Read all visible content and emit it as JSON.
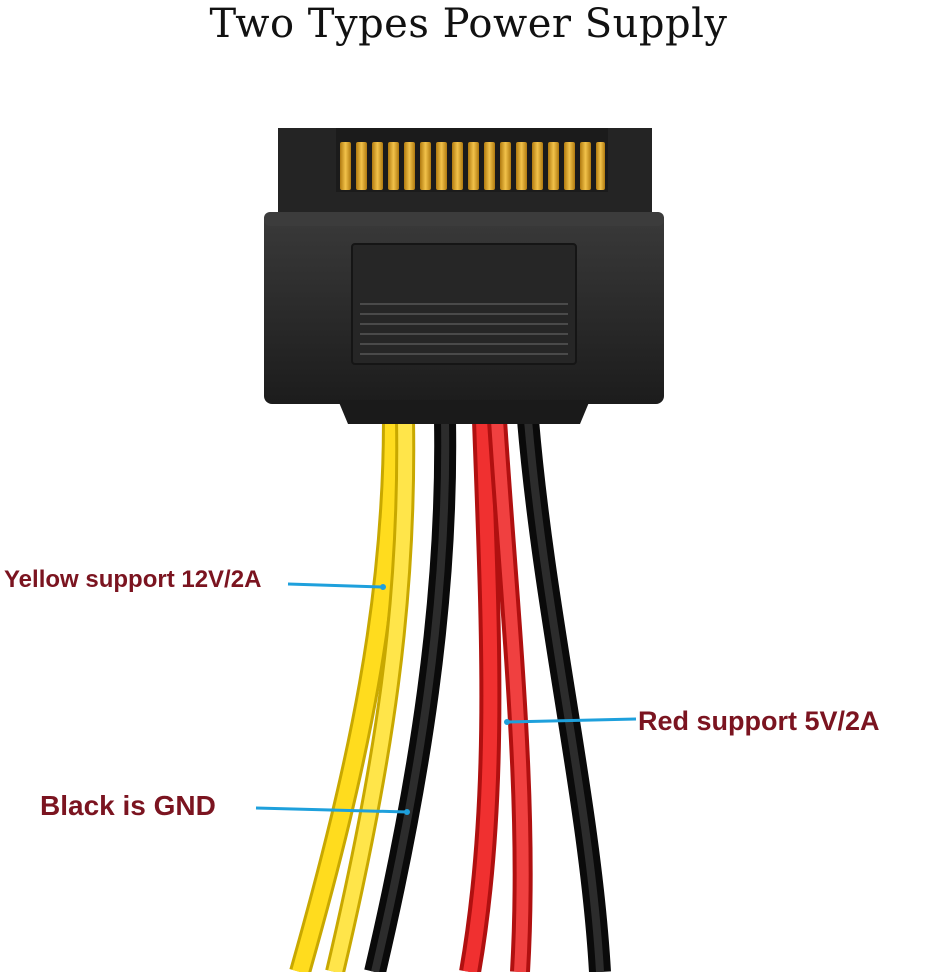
{
  "title": "Two Types Power Supply",
  "labels": {
    "yellow": "Yellow support 12V/2A",
    "red": "Red support 5V/2A",
    "black": "Black is GND"
  },
  "colors": {
    "label_text": "#7b1420",
    "leader_line": "#1ea0dc",
    "yellow_wire": "#ffd800",
    "red_wire": "#e81e1e",
    "black_wire": "#141414",
    "connector_body": "#2a2a2a",
    "gold_pin": "#d9a32a"
  }
}
